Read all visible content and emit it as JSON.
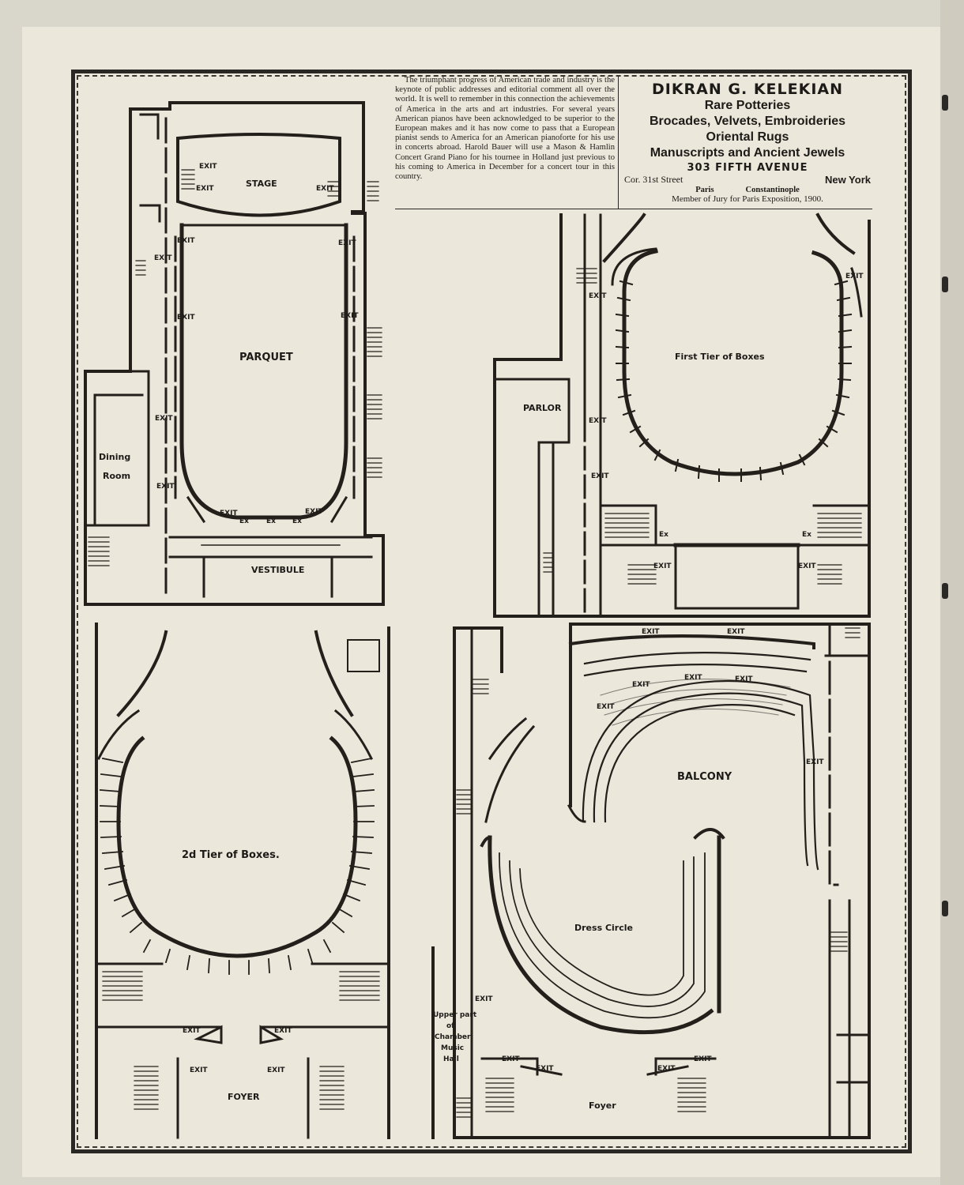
{
  "article": {
    "text": "The triumphant progress of American trade and industry is the keynote of public addresses and editorial comment all over the world. It is well to remember in this connection the achievements of America in the arts and art industries. For several years American pianos have been acknowledged to be superior to the European makes and it has now come to pass that a European pianist sends to America for an American pianoforte for his use in concerts abroad. Harold Bauer will use a Mason & Hamlin Concert Grand Piano for his tournee in Holland just previous to his coming to America in December for a concert tour in this country."
  },
  "advertisement": {
    "name": "DIKRAN G. KELEKIAN",
    "lines": [
      "Rare Potteries",
      "Brocades, Velvets, Embroideries",
      "Oriental Rugs",
      "Manuscripts and Ancient Jewels"
    ],
    "address": "303 FIFTH AVENUE",
    "corner": "Cor. 31st Street",
    "city": "New York",
    "branch_1": "Paris",
    "branch_2": "Constantinople",
    "jury": "Member of Jury for Paris Exposition, 1900."
  },
  "plans": {
    "ground": {
      "stage": "STAGE",
      "parquet": "PARQUET",
      "vestibule": "VESTIBULE",
      "dining_1": "Dining",
      "dining_2": "Room",
      "exit": "EXIT",
      "ex": "Ex"
    },
    "first_tier": {
      "title": "First Tier of Boxes",
      "parlor": "PARLOR",
      "exit": "EXIT",
      "ex": "Ex"
    },
    "second_tier": {
      "title": "2d Tier of Boxes.",
      "foyer": "FOYER",
      "exit": "EXIT"
    },
    "balcony": {
      "balcony": "BALCONY",
      "dress_circle": "Dress Circle",
      "foyer": "Foyer",
      "exit": "EXIT",
      "chamber_1": "Upper part",
      "chamber_2": "of",
      "chamber_3": "Chamber",
      "chamber_4": "Music",
      "chamber_5": "Hall"
    }
  }
}
